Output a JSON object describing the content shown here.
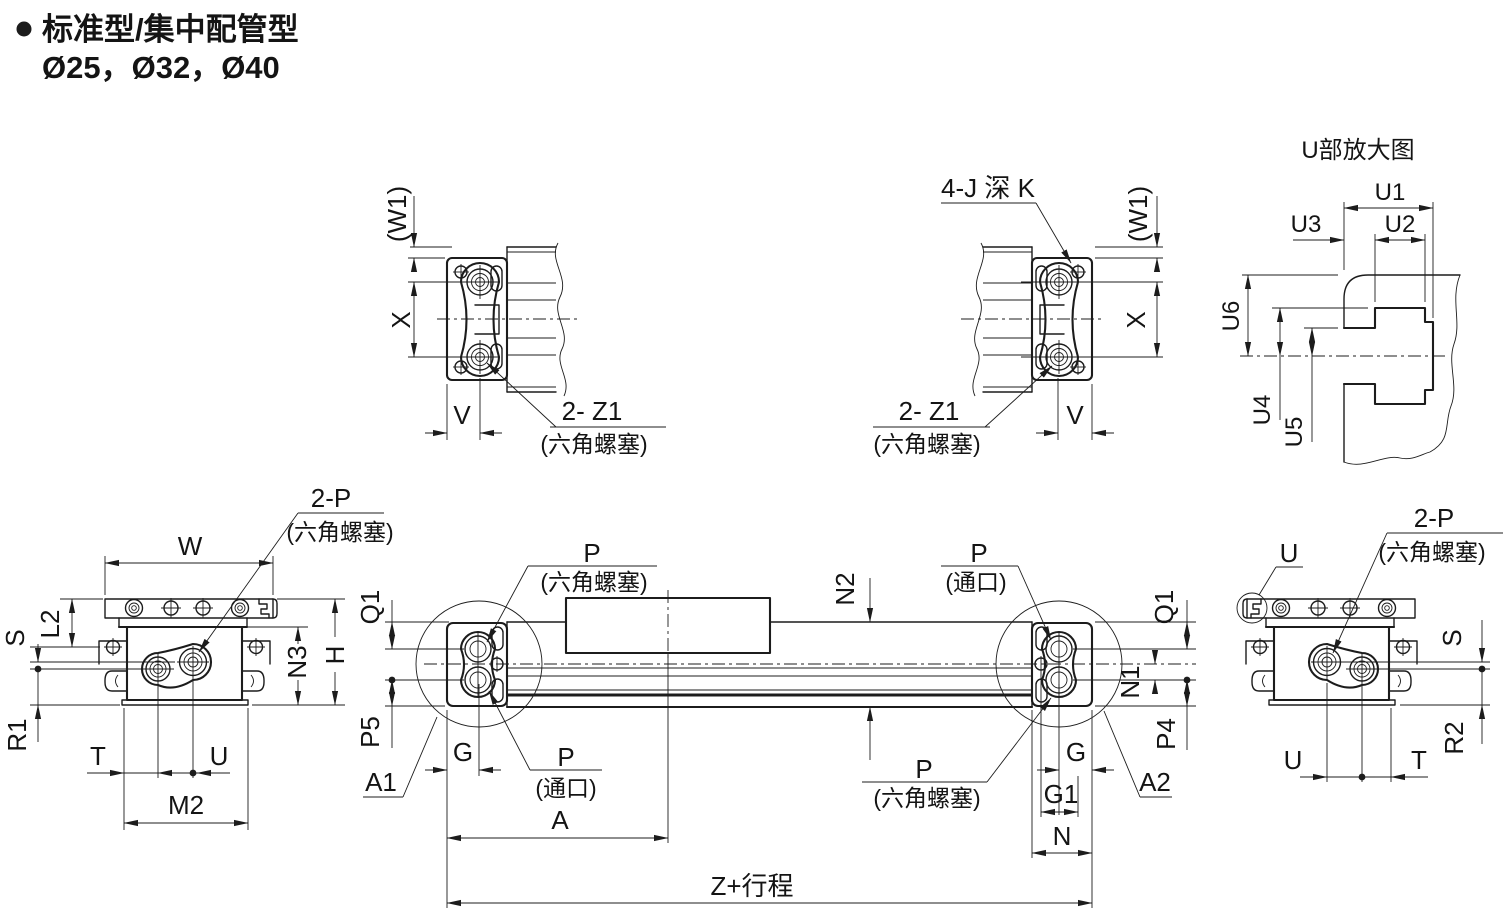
{
  "title": {
    "line1": "标准型/集中配管型",
    "line2": "Ø25，Ø32，Ø40"
  },
  "colors": {
    "line": "#1c1c1c",
    "background": "#ffffff"
  },
  "top_left_view": {
    "dim_w1": "(W1)",
    "dim_x": "X",
    "dim_v": "V",
    "plug_label_line1": "2- Z1",
    "plug_label_line2": "(六角螺塞)"
  },
  "top_right_view": {
    "thread_label": "4-J 深 K",
    "dim_w1": "(W1)",
    "dim_x": "X",
    "dim_v": "V",
    "plug_label_line1": "2- Z1",
    "plug_label_line2": "(六角螺塞)"
  },
  "u_detail_view": {
    "title": "U部放大图",
    "dim_u1": "U1",
    "dim_u2": "U2",
    "dim_u3": "U3",
    "dim_u4": "U4",
    "dim_u5": "U5",
    "dim_u6": "U6"
  },
  "left_end_view": {
    "port_label_line1": "2-P",
    "port_label_line2": "(六角螺塞)",
    "dim_w": "W",
    "dim_s": "S",
    "dim_l2": "L2",
    "dim_r1": "R1",
    "dim_n3": "N3",
    "dim_h": "H",
    "dim_t": "T",
    "dim_u": "U",
    "dim_m2": "M2"
  },
  "main_view": {
    "port_top_left_line1": "P",
    "port_top_left_line2": "(六角螺塞)",
    "port_bottom_left_line1": "P",
    "port_bottom_left_line2": "(通口)",
    "port_top_right_line1": "P",
    "port_top_right_line2": "(通口)",
    "port_bottom_right_line1": "P",
    "port_bottom_right_line2": "(六角螺塞)",
    "dim_q1_left": "Q1",
    "dim_p5": "P5",
    "dim_g_left": "G",
    "ref_a1": "A1",
    "dim_n2": "N2",
    "dim_q1_right": "Q1",
    "dim_n1": "N1",
    "dim_p4": "P4",
    "dim_g_right": "G",
    "dim_g1": "G1",
    "dim_n": "N",
    "dim_a": "A",
    "dim_z_stroke": "Z+行程",
    "ref_a2": "A2"
  },
  "right_end_view": {
    "u_detail_ref": "U",
    "port_label_line1": "2-P",
    "port_label_line2": "(六角螺塞)",
    "dim_s": "S",
    "dim_r2": "R2",
    "dim_u": "U",
    "dim_t": "T"
  }
}
